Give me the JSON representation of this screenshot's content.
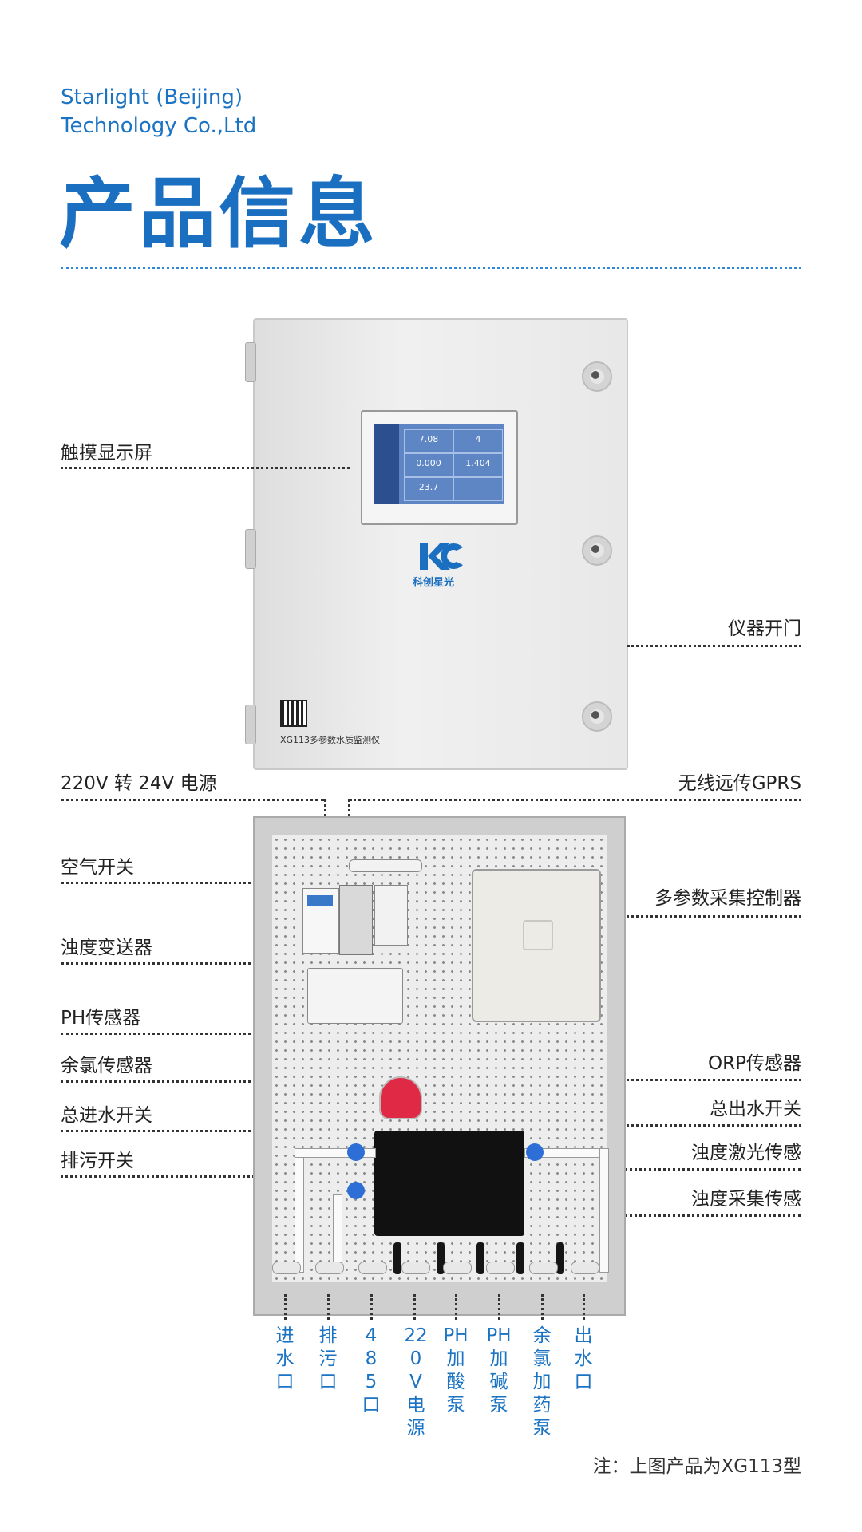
{
  "header": {
    "company_line1": "Starlight (Beijing)",
    "company_line2": "Technology Co.,Ltd",
    "title": "产品信息"
  },
  "device": {
    "screen_values": [
      "7.08",
      "4",
      "0.000",
      "1.404",
      "23.7"
    ],
    "logo_text": "科创星光",
    "model_text": "XG113多参数水质监测仪"
  },
  "labels_top": {
    "touch_screen": "触摸显示屏",
    "door": "仪器开门"
  },
  "labels_inner": {
    "power": "220V 转 24V 电源",
    "gprs": "无线远传GPRS",
    "breaker": "空气开关",
    "controller": "多参数采集控制器",
    "turbidity_tx": "浊度变送器",
    "ph": "PH传感器",
    "chlorine": "余氯传感器",
    "orp": "ORP传感器",
    "inlet_switch": "总进水开关",
    "outlet_switch": "总出水开关",
    "drain_switch": "排污开关",
    "turbidity_laser": "浊度激光传感",
    "turbidity_sample": "浊度采集传感"
  },
  "bottom_ports": [
    "进水口",
    "排污口",
    "485口",
    "220V电源",
    "PH加酸泵",
    "PH加碱泵",
    "余氯加药泵",
    "出水口"
  ],
  "note": "注：上图产品为XG113型",
  "colors": {
    "accent": "#1b73c4",
    "valve": "#2d6fd6"
  }
}
